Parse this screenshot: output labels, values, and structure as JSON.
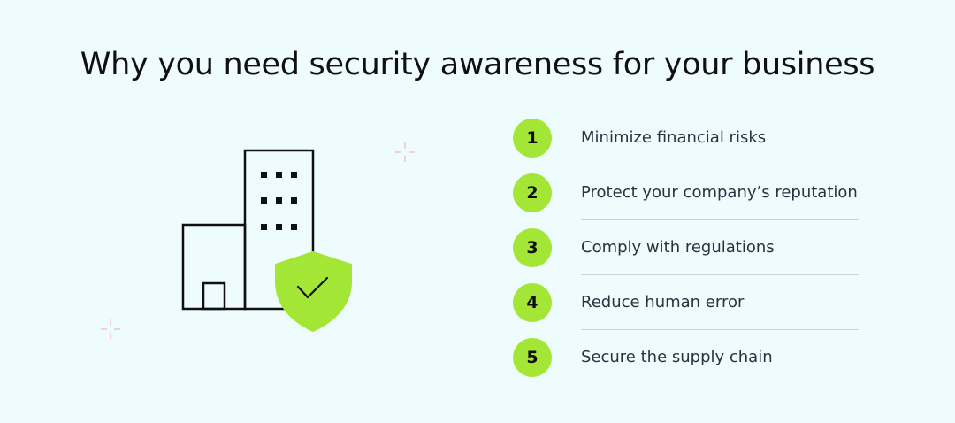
{
  "title": "Why you need security awareness for your business",
  "items": [
    {
      "number": "1",
      "label": "Minimize financial risks"
    },
    {
      "number": "2",
      "label": "Protect your company’s reputation"
    },
    {
      "number": "3",
      "label": "Comply with regulations"
    },
    {
      "number": "4",
      "label": "Reduce human error"
    },
    {
      "number": "5",
      "label": "Secure the supply chain"
    }
  ],
  "icons": {
    "illustration": "building-with-shield-icon",
    "shield": "shield-check-icon",
    "sparkle": "sparkle-icon"
  },
  "colors": {
    "background": "#effcfd",
    "accent": "#a3e635",
    "text": "#101010",
    "sparkle": "#f5c6cf"
  }
}
